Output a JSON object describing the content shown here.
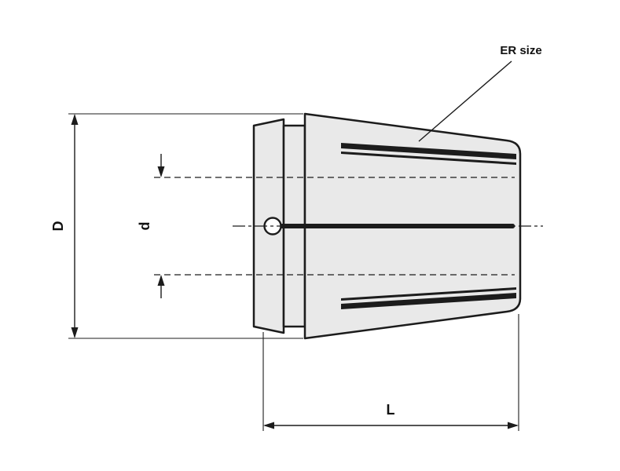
{
  "labels": {
    "er_size": "ER size",
    "outer_diameter": "D",
    "bore_diameter": "d",
    "length": "L"
  },
  "colors": {
    "background": "#ffffff",
    "body_fill": "#e9e9e9",
    "outline": "#1c1c1c",
    "slot": "#1c1c1c"
  }
}
